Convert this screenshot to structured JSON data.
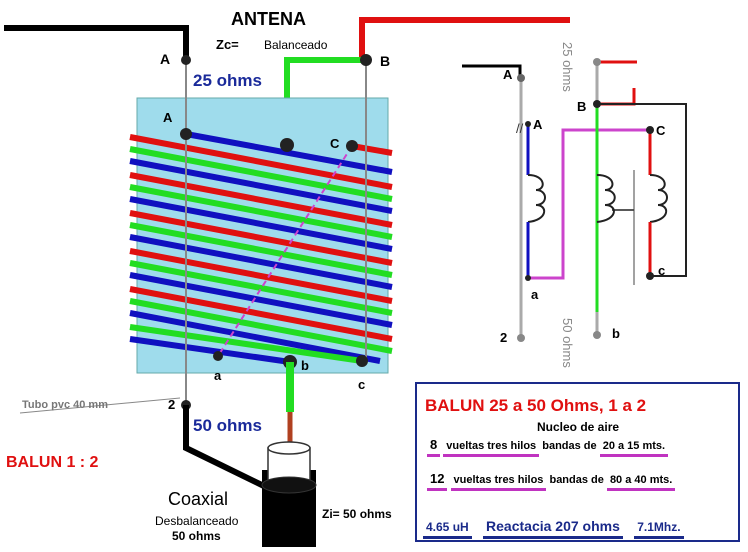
{
  "title": "ANTENA",
  "zc_label": "Zc=",
  "zc_value": "Balanceado",
  "left_diagram": {
    "top_impedance": "25 ohms",
    "bottom_impedance": "50 ohms",
    "pvc_label": "Tubo pvc 40 mm",
    "balun_ratio": "BALUN 1 : 2",
    "coax_title": "Coaxial",
    "coax_type": "Desbalanceado",
    "coax_impedance": "50 ohms",
    "zi_label": "Zi= 50 ohms",
    "terminals": {
      "top_a": "A",
      "top_b": "B",
      "coil_a": "A",
      "coil_c": "C",
      "low_a": "a",
      "low_b": "b",
      "low_c": "c",
      "bottom_2": "2"
    }
  },
  "right_schematic": {
    "top_label": "25 ohms",
    "bottom_label": "50 ohms",
    "terminals": {
      "a_top": "A",
      "a_mid": "A",
      "b_top": "B",
      "c_top": "C",
      "c_bot": "c",
      "a_bot": "a",
      "b_bot": "b",
      "two": "2"
    }
  },
  "info_box": {
    "title": "BALUN 25 a 50 Ohms,  1 a 2",
    "subtitle": "Nucleo de aire",
    "line1_turns": "8",
    "line1_text": "vueltas tres hilos",
    "line1_bands": "bandas de",
    "line1_range": "20 a 15 mts.",
    "line2_turns": "12",
    "line2_text": "vueltas tres hilos",
    "line2_bands": "bandas de",
    "line2_range": "80 a 40 mts.",
    "inductance": "4.65 uH",
    "reactance": "Reactacia  207 ohms",
    "frequency": "7.1Mhz."
  },
  "colors": {
    "blue_wire": "#1010c0",
    "red_wire": "#e01010",
    "green_wire": "#22dd22",
    "purple_wire": "#cc44cc",
    "core_fill": "#9fdcec",
    "label_blue": "#1a2a9a",
    "label_red": "#e01010"
  }
}
